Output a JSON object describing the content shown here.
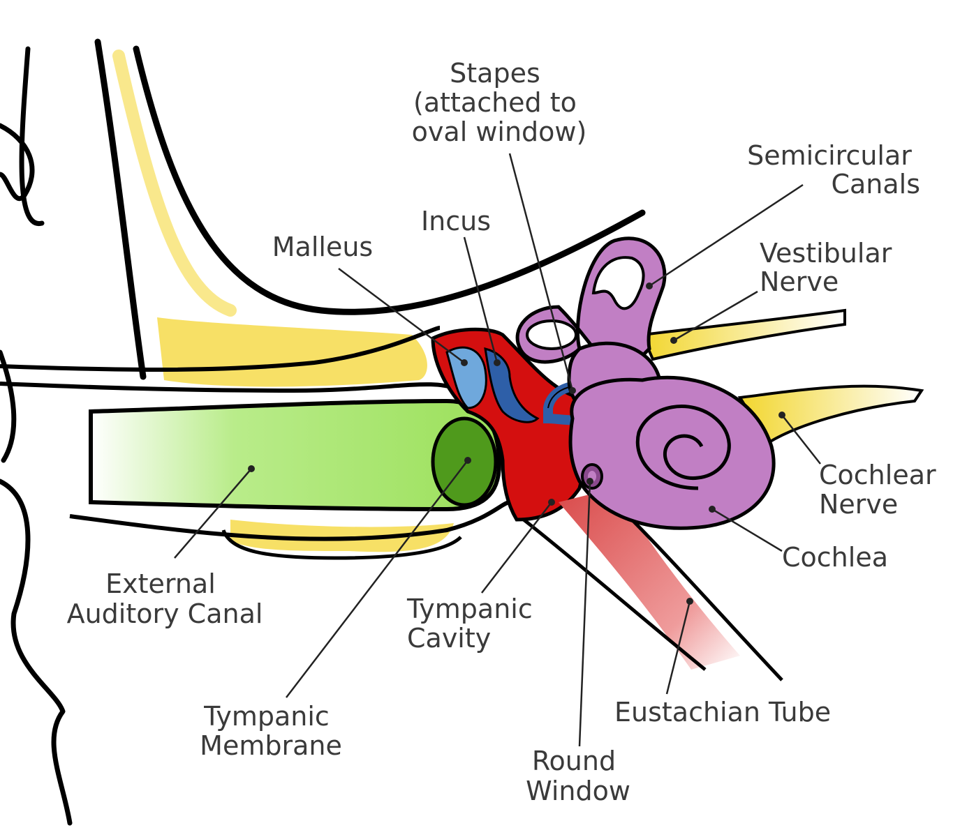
{
  "diagram": {
    "labels": {
      "stapes": [
        "Stapes",
        "(attached to",
        "oval window)"
      ],
      "semicircular_canals": [
        "Semicircular",
        "Canals"
      ],
      "incus": [
        "Incus"
      ],
      "malleus": [
        "Malleus"
      ],
      "vestibular_nerve": [
        "Vestibular",
        "Nerve"
      ],
      "cochlear_nerve": [
        "Cochlear",
        "Nerve"
      ],
      "cochlea": [
        "Cochlea"
      ],
      "external_auditory_canal": [
        "External",
        "Auditory Canal"
      ],
      "tympanic_cavity": [
        "Tympanic",
        "Cavity"
      ],
      "tympanic_membrane": [
        "Tympanic",
        "Membrane"
      ],
      "eustachian_tube": [
        "Eustachian Tube"
      ],
      "round_window": [
        "Round",
        "Window"
      ]
    },
    "colors": {
      "cartilage_yellow": "#f7e066",
      "canal_green": "#9be05a",
      "membrane_green": "#4f9a1c",
      "cavity_red": "#d40f0f",
      "malleus_blue": "#6fa8dc",
      "incus_stapes_blue": "#2e5fa8",
      "inner_ear_purple": "#c17fc4",
      "nerve_yellow": "#f2d62e",
      "tube_pink": "#e87a7a",
      "outline": "#000000"
    }
  }
}
